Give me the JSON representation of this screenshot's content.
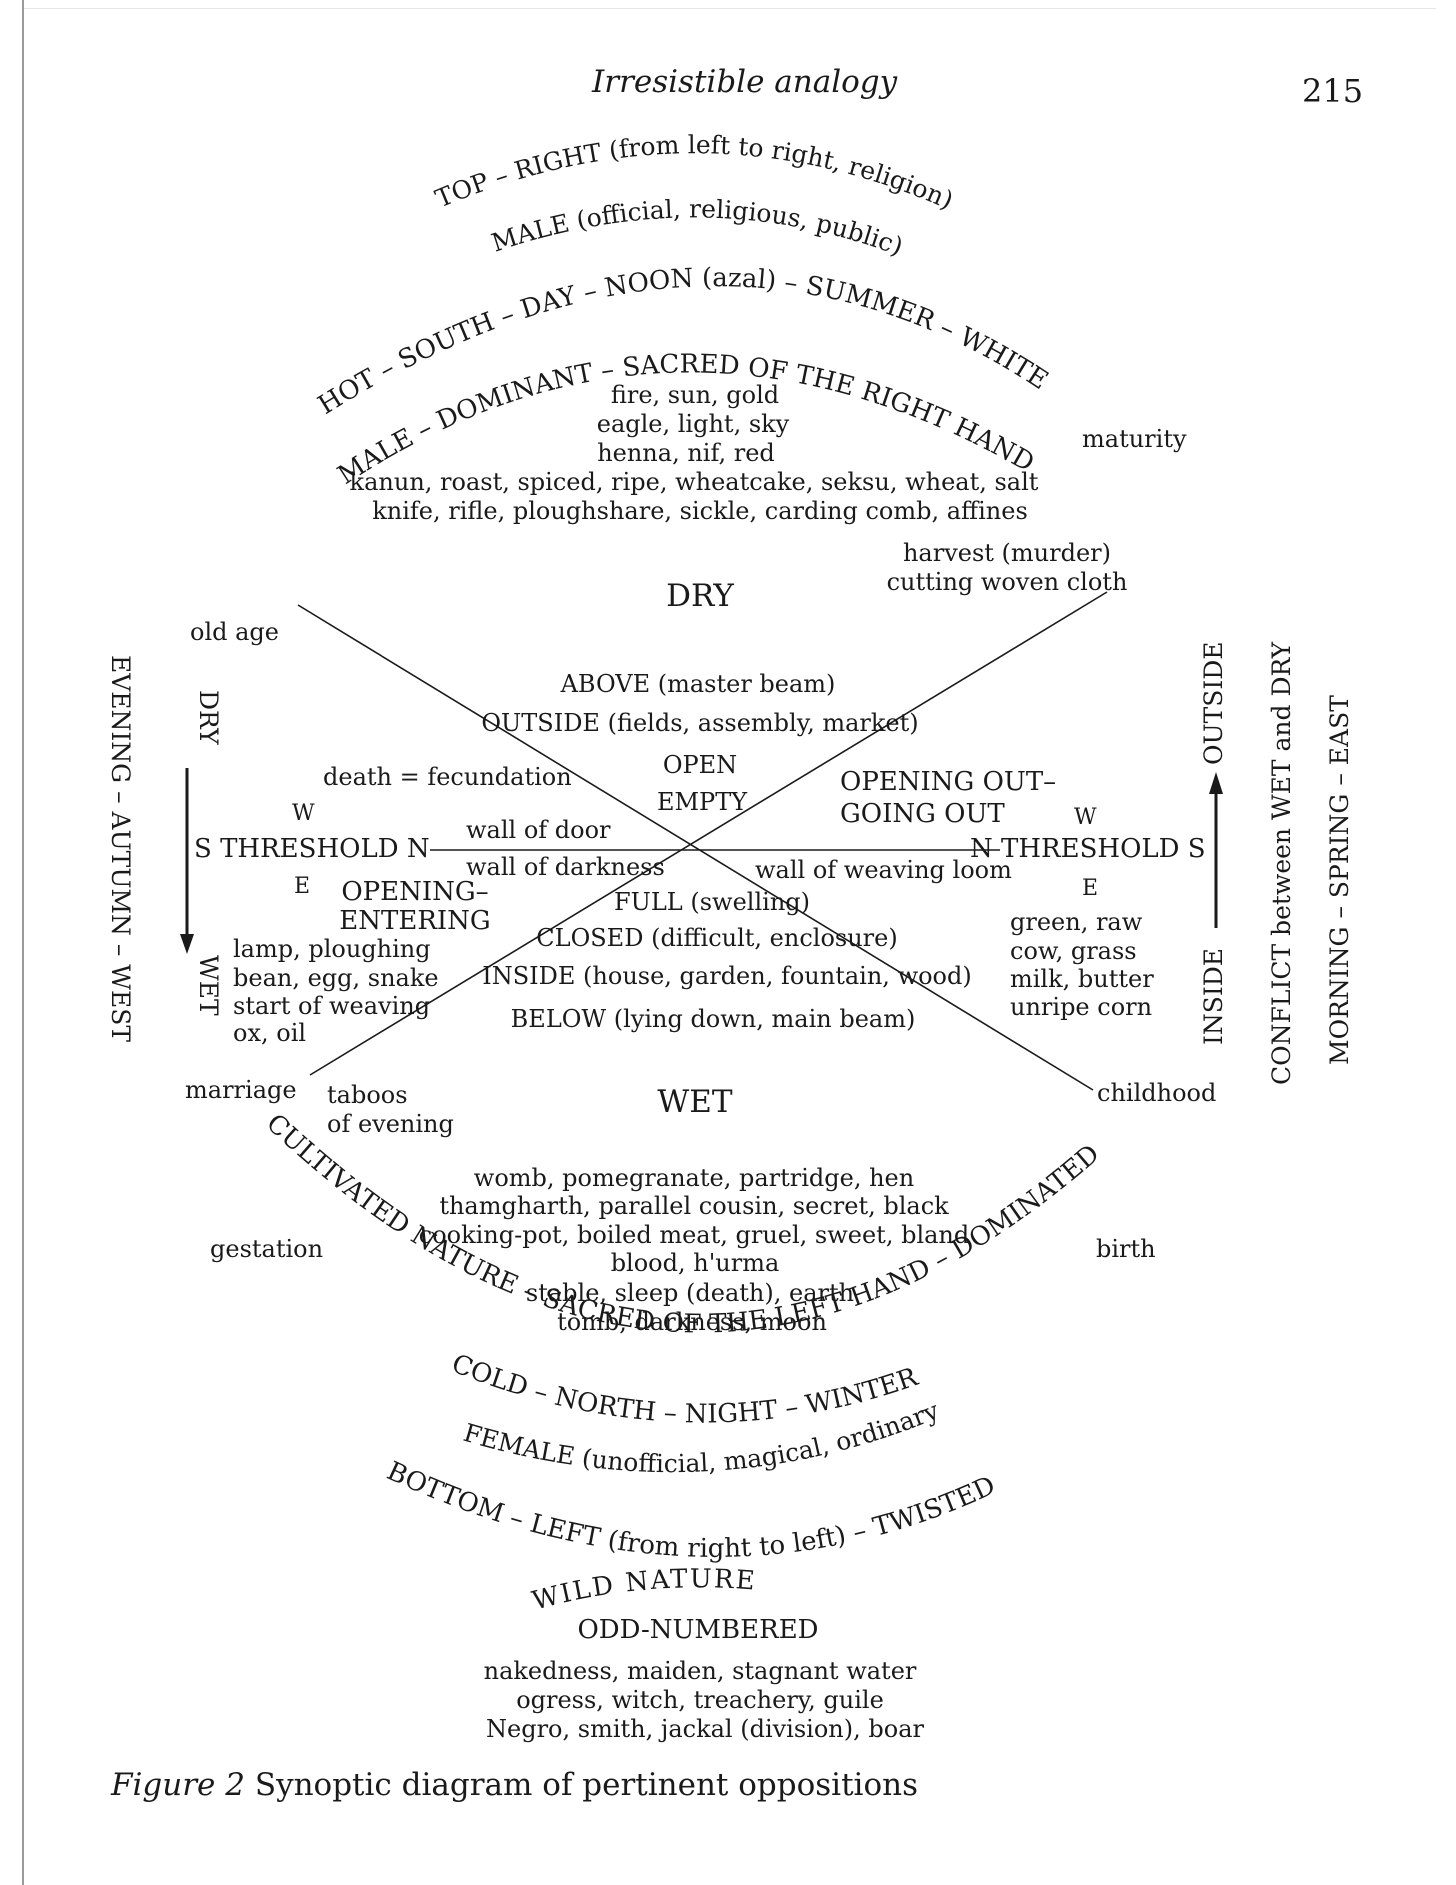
{
  "header": {
    "running_title": "Irresistible analogy",
    "page_number": "215"
  },
  "arcs_top": [
    "TOP – RIGHT (from left to right, religion)",
    "MALE (official, religious, public)",
    "HOT – SOUTH – DAY – NOON (azal) – SUMMER – WHITE",
    "MALE – DOMINANT – SACRED OF THE RIGHT HAND"
  ],
  "top_list": [
    "fire, sun, gold",
    "eagle, light, sky",
    "henna, nif, red",
    "kanun, roast, spiced, ripe, wheatcake, seksu, wheat, salt",
    "knife, rifle, ploughshare, sickle, carding comb, affines"
  ],
  "maturity": "maturity",
  "harvest": [
    "harvest (murder)",
    "cutting woven cloth"
  ],
  "dry": "DRY",
  "wet": "WET",
  "old_age": "old age",
  "marriage": "marriage",
  "childhood": "childhood",
  "gestation": "gestation",
  "birth": "birth",
  "taboos": [
    "taboos",
    "of evening"
  ],
  "left_side": {
    "outer": "EVENING – AUTUMN – WEST",
    "dry": "DRY",
    "wet": "WET",
    "death": "death = fecundation",
    "w": "W",
    "threshold": "S THRESHOLD N",
    "e": "E",
    "opening_entering": [
      "OPENING–",
      "ENTERING"
    ],
    "list": [
      "lamp, ploughing",
      "bean, egg, snake",
      "start of weaving",
      "ox, oil"
    ]
  },
  "right_side": {
    "outer": "MORNING – SPRING – EAST",
    "conflict": "CONFLICT between WET and DRY",
    "outside": "OUTSIDE",
    "inside": "INSIDE",
    "opening_out": [
      "OPENING OUT–",
      "GOING OUT"
    ],
    "w": "W",
    "threshold": "N THRESHOLD S",
    "e": "E",
    "list": [
      "green, raw",
      "cow, grass",
      "milk, butter",
      "unripe corn"
    ]
  },
  "center": {
    "above": "ABOVE (master beam)",
    "outside": "OUTSIDE (fields, assembly, market)",
    "open": "OPEN",
    "empty": "EMPTY",
    "wall_door": "wall of door",
    "wall_dark": "wall of darkness",
    "wall_loom": "wall of weaving loom",
    "full": "FULL (swelling)",
    "closed": "CLOSED (difficult, enclosure)",
    "inside": "INSIDE (house, garden, fountain, wood)",
    "below": "BELOW (lying down, main beam)"
  },
  "bottom_list": [
    "womb, pomegranate, partridge, hen",
    "thamgharth, parallel cousin, secret, black",
    "cooking-pot, boiled meat, gruel, sweet, bland",
    "blood, h'urma",
    "stable, sleep (death), earth",
    "tomb, darkness, moon"
  ],
  "arcs_bottom": [
    "CULTIVATED NATURE – SACRED OF THE LEFT HAND – DOMINATED",
    "COLD – NORTH – NIGHT – WINTER",
    "FEMALE (unofficial, magical, ordinary)",
    "BOTTOM – LEFT (from right to left) – TWISTED",
    "WILD NATURE"
  ],
  "odd": "ODD-NUMBERED",
  "final_list": [
    "nakedness, maiden, stagnant water",
    "ogress, witch, treachery, guile",
    "Negro, smith, jackal (division), boar"
  ],
  "caption": {
    "figure": "Figure 2",
    "text": " Synoptic diagram of pertinent oppositions"
  }
}
